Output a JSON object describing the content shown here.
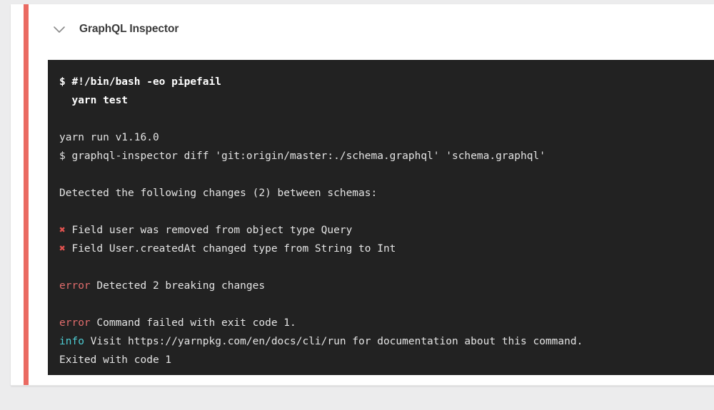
{
  "card": {
    "title": "GraphQL Inspector",
    "status_color": "#ea6a62",
    "collapse_icon": "chevron-down-icon"
  },
  "terminal": {
    "background": "#222222",
    "error_color": "#e06c6c",
    "info_color": "#4ecdd4",
    "fail_mark_color": "#e0524f",
    "fail_mark": "✖",
    "lines": [
      {
        "id": "cmd-shebang",
        "style": "bold",
        "text": "$ #!/bin/bash -eo pipefail"
      },
      {
        "id": "cmd-yarn",
        "style": "bold",
        "text": "  yarn test"
      },
      {
        "id": "blank-1",
        "style": "blank",
        "text": ""
      },
      {
        "id": "yarn-version",
        "style": "plain",
        "text": "yarn run v1.16.0"
      },
      {
        "id": "cmd-diff",
        "style": "plain",
        "text": "$ graphql-inspector diff 'git:origin/master:./schema.graphql' 'schema.graphql'"
      },
      {
        "id": "blank-2",
        "style": "blank",
        "text": ""
      },
      {
        "id": "detected",
        "style": "plain",
        "text": "Detected the following changes (2) between schemas:"
      },
      {
        "id": "blank-3",
        "style": "blank",
        "text": ""
      },
      {
        "id": "change-1",
        "style": "xmark",
        "prefix": "✖",
        "text": " Field user was removed from object type Query"
      },
      {
        "id": "change-2",
        "style": "xmark",
        "prefix": "✖",
        "text": " Field User.createdAt changed type from String to Int"
      },
      {
        "id": "blank-4",
        "style": "blank",
        "text": ""
      },
      {
        "id": "error-1",
        "style": "tagged",
        "tag": "error",
        "tag_kind": "err",
        "text": " Detected 2 breaking changes"
      },
      {
        "id": "blank-5",
        "style": "blank",
        "text": ""
      },
      {
        "id": "error-2",
        "style": "tagged",
        "tag": "error",
        "tag_kind": "err",
        "text": " Command failed with exit code 1."
      },
      {
        "id": "info-1",
        "style": "tagged",
        "tag": "info",
        "tag_kind": "info",
        "text": " Visit https://yarnpkg.com/en/docs/cli/run for documentation about this command."
      },
      {
        "id": "exit-1",
        "style": "plain",
        "text": "Exited with code 1"
      }
    ]
  }
}
